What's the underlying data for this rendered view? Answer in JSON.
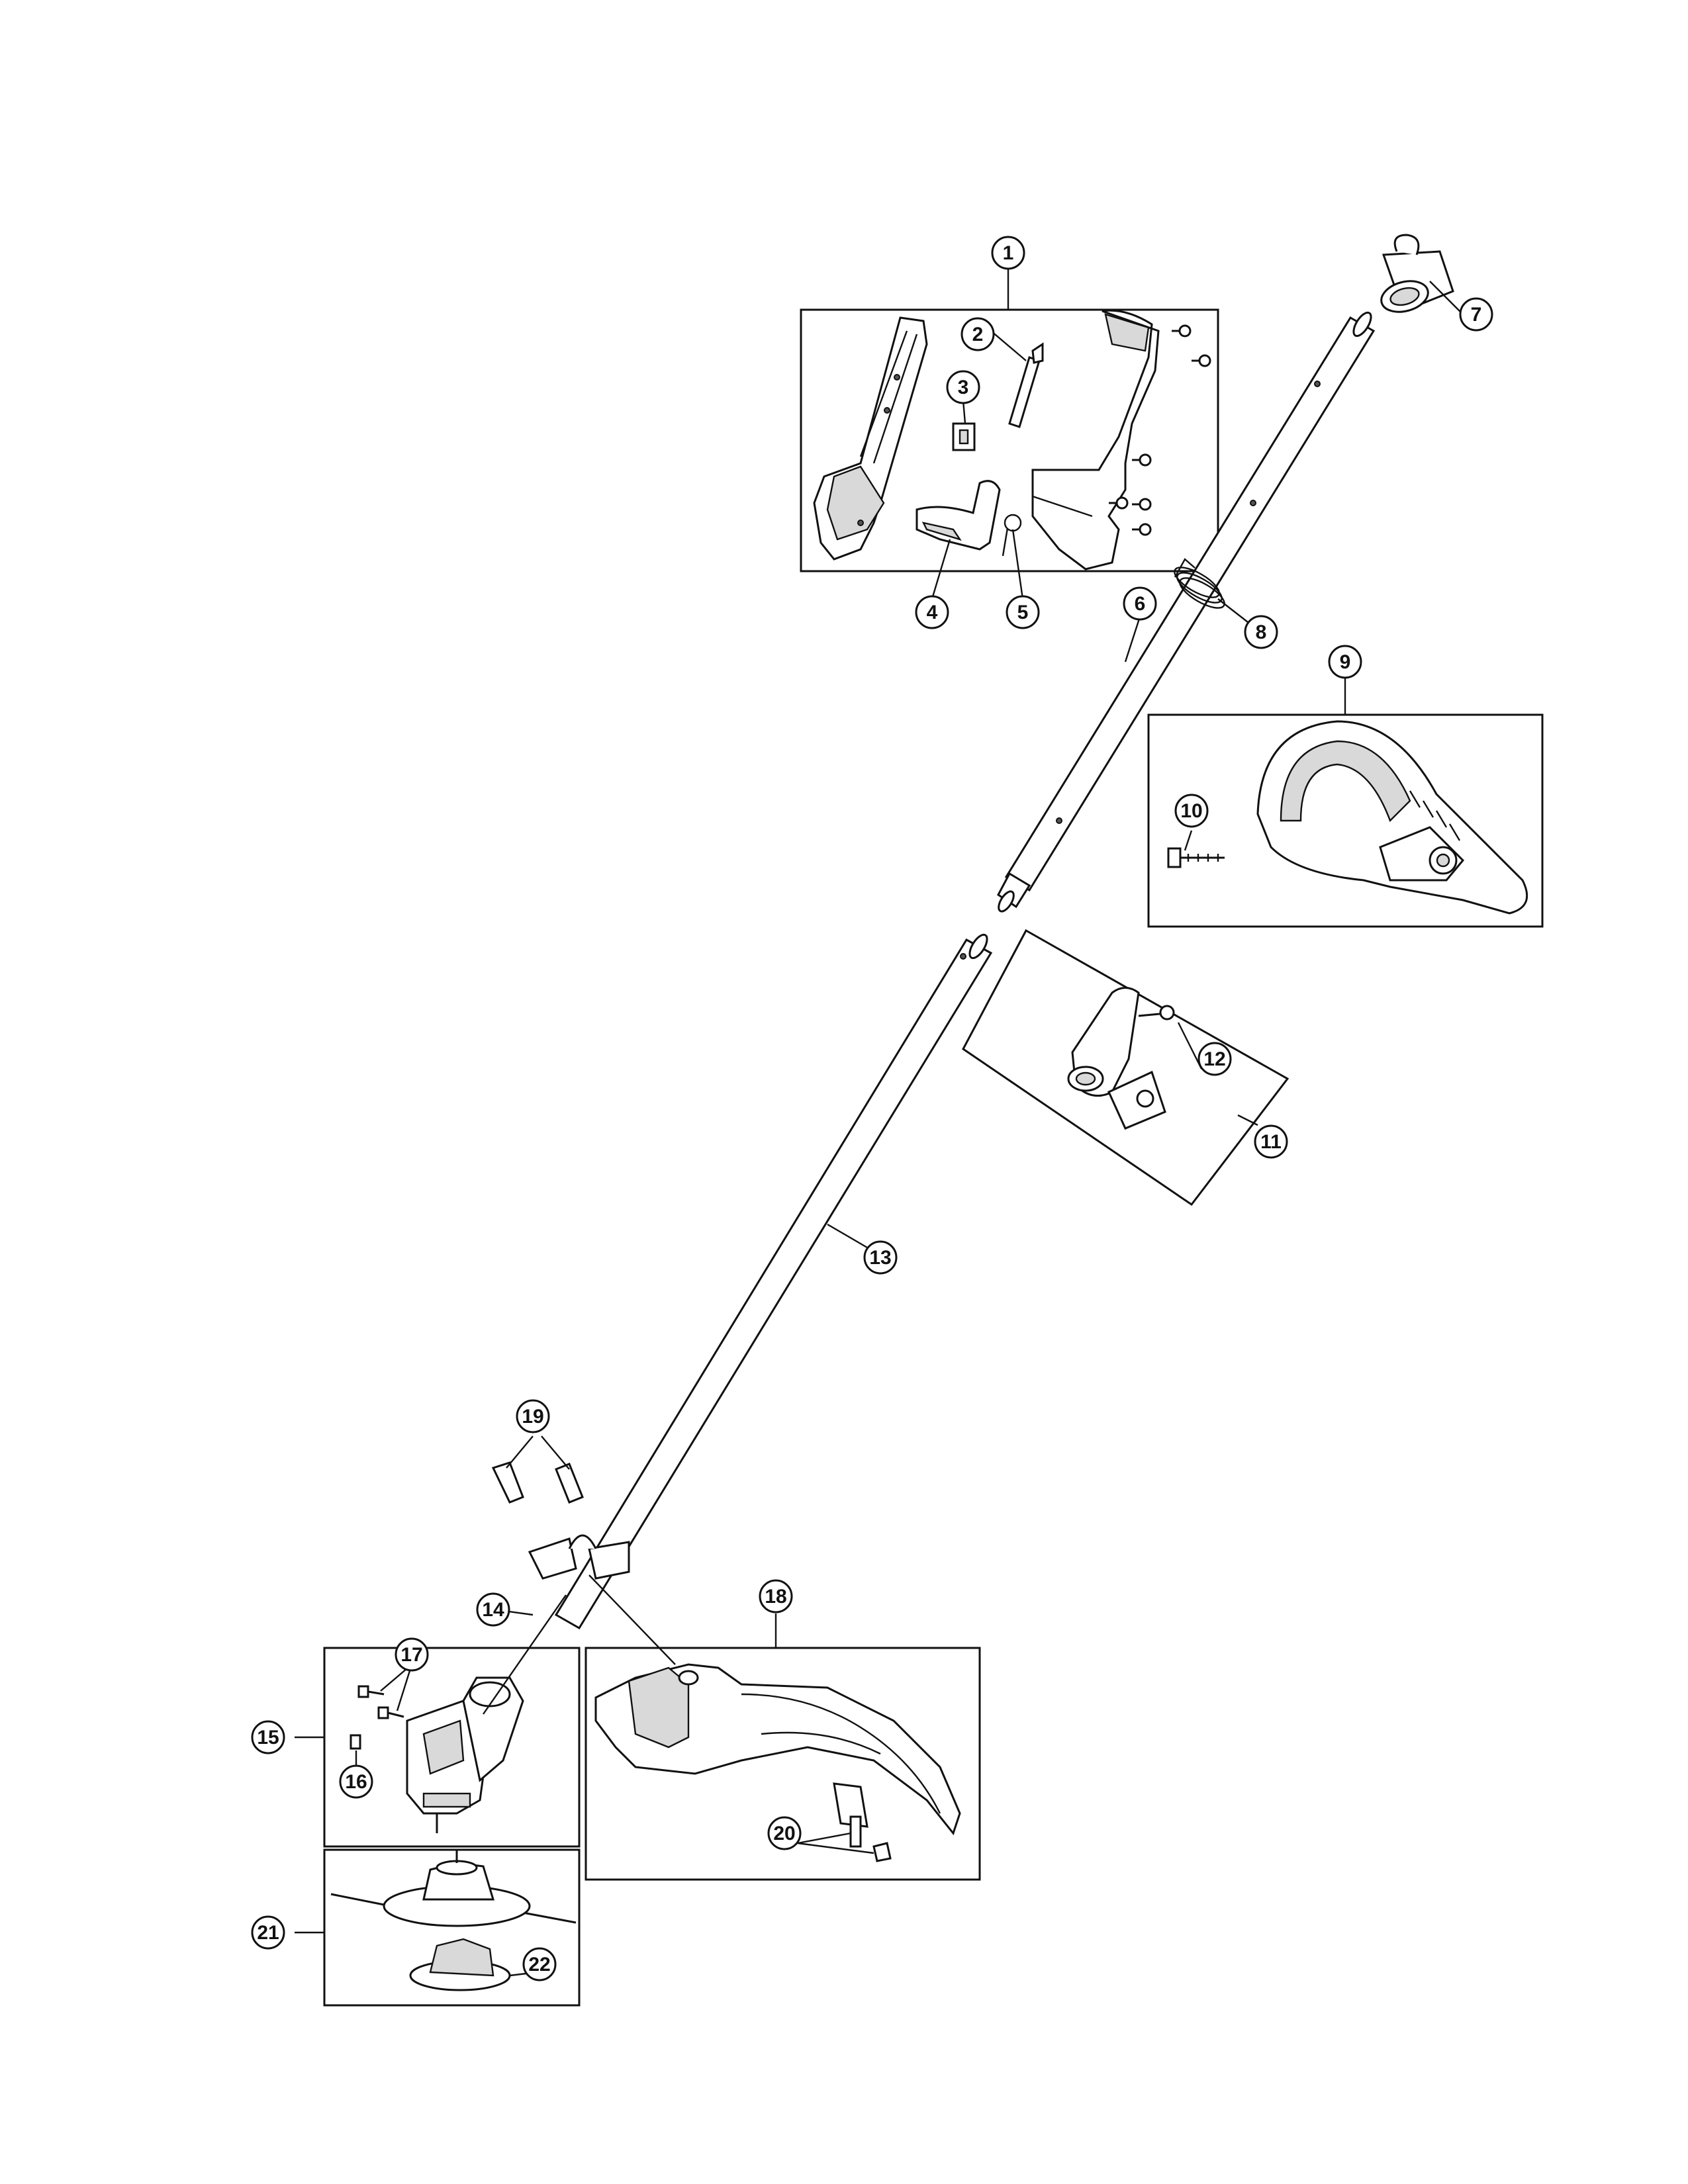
{
  "callouts": [
    {
      "n": "1"
    },
    {
      "n": "2"
    },
    {
      "n": "3"
    },
    {
      "n": "4"
    },
    {
      "n": "5"
    },
    {
      "n": "6"
    },
    {
      "n": "7"
    },
    {
      "n": "8"
    },
    {
      "n": "9"
    },
    {
      "n": "10"
    },
    {
      "n": "11"
    },
    {
      "n": "12"
    },
    {
      "n": "13"
    },
    {
      "n": "14"
    },
    {
      "n": "15"
    },
    {
      "n": "16"
    },
    {
      "n": "17"
    },
    {
      "n": "18"
    },
    {
      "n": "19"
    },
    {
      "n": "20"
    },
    {
      "n": "21"
    },
    {
      "n": "22"
    }
  ],
  "colors": {
    "ink": "#111111",
    "paper": "#ffffff",
    "shade": "#d9d9d9"
  }
}
